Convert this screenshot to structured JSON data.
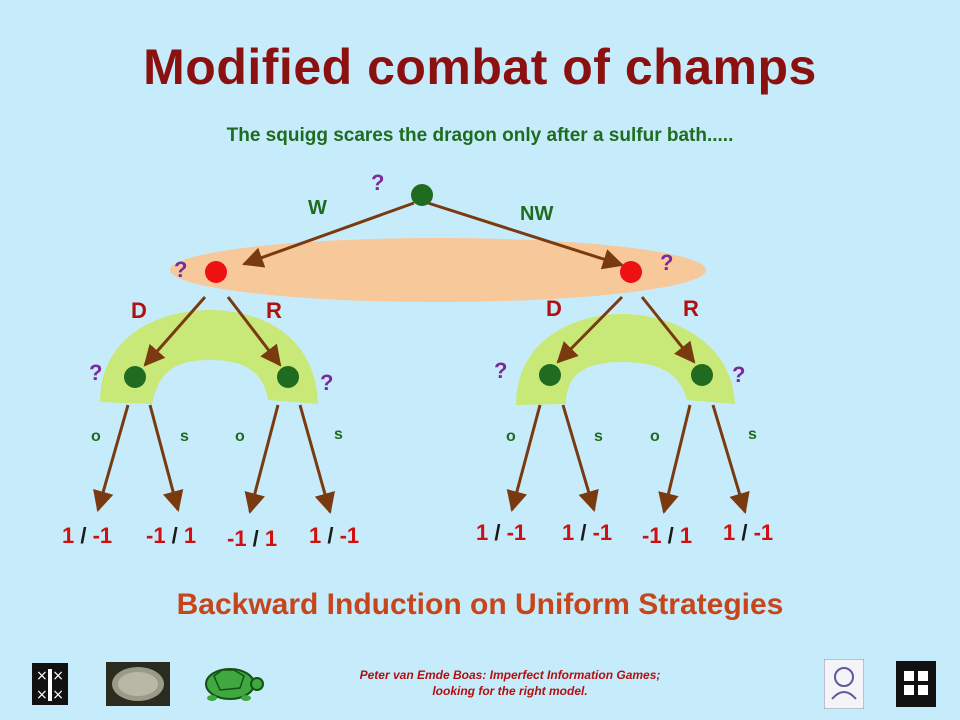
{
  "title": "Modified combat of champs",
  "subtitle": "The squigg scares the dragon only after a sulfur bath.....",
  "footer_title": "Backward Induction on Uniform Strategies",
  "credit": {
    "line1": "Peter van Emde Boas: Imperfect Information Games;",
    "line2": "looking for the right model."
  },
  "tree": {
    "root_question": "?",
    "root_actions": [
      "W",
      "NW"
    ],
    "left_player": {
      "question": "?",
      "actions": [
        "D",
        "R"
      ]
    },
    "right_player": {
      "question": "?",
      "actions": [
        "D",
        "R"
      ]
    },
    "leaf_questions": [
      "?",
      "?",
      "?",
      "?"
    ],
    "leaf_actions": [
      "o",
      "s",
      "o",
      "s",
      "o",
      "s",
      "o",
      "s"
    ],
    "payoffs": [
      {
        "a": "1",
        "sep": " / ",
        "b": "-1"
      },
      {
        "a": "-1",
        "sep": " / ",
        "b": "1"
      },
      {
        "a": "-1",
        "sep": " / ",
        "b": "1"
      },
      {
        "a": "1",
        "sep": " / ",
        "b": "-1"
      },
      {
        "a": "1",
        "sep": " / ",
        "b": "-1"
      },
      {
        "a": "1",
        "sep": " / ",
        "b": "-1"
      },
      {
        "a": "-1",
        "sep": " / ",
        "b": "1"
      },
      {
        "a": "1",
        "sep": " / ",
        "b": "-1"
      }
    ]
  },
  "colors": {
    "background": "#c6ecfb",
    "title": "#8b1010",
    "node_green": "#1f6b1f",
    "node_red": "#ee1111",
    "info_set_oval": "#f7c89a",
    "info_set_arc": "#c8e878",
    "edge": "#7a3a10"
  },
  "icons": [
    "university-logo",
    "coin-logo",
    "turtle-logo",
    "lab-logo",
    "puzzle-logo"
  ]
}
